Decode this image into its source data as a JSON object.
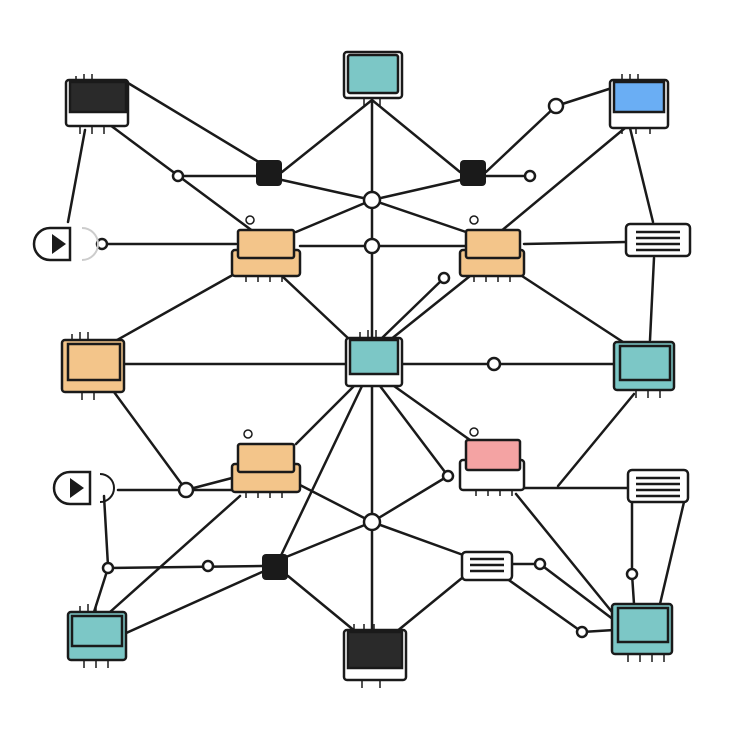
{
  "diagram": {
    "type": "network-topology",
    "stroke_color": "#1a1a1a",
    "colors": {
      "teal": "#7cc7c6",
      "orange": "#f3c58a",
      "blue": "#6aaef4",
      "pink": "#f4a3a3",
      "dark": "#2a2a2a",
      "white": "#ffffff"
    },
    "devices": [
      {
        "id": "top-center-monitor",
        "kind": "monitor",
        "color": "teal"
      },
      {
        "id": "top-left-monitor",
        "kind": "monitor",
        "color": "dark"
      },
      {
        "id": "top-right-monitor",
        "kind": "monitor",
        "color": "blue"
      },
      {
        "id": "center-left-module",
        "kind": "module",
        "color": "orange"
      },
      {
        "id": "center-right-module",
        "kind": "module",
        "color": "orange"
      },
      {
        "id": "middle-left-monitor",
        "kind": "monitor",
        "color": "orange"
      },
      {
        "id": "center-monitor",
        "kind": "monitor",
        "color": "teal"
      },
      {
        "id": "middle-right-monitor",
        "kind": "monitor",
        "color": "teal"
      },
      {
        "id": "lower-left-module",
        "kind": "module",
        "color": "orange"
      },
      {
        "id": "lower-right-module",
        "kind": "module",
        "color": "pink"
      },
      {
        "id": "bottom-left-monitor",
        "kind": "monitor",
        "color": "teal"
      },
      {
        "id": "bottom-center-monitor",
        "kind": "monitor",
        "color": "dark"
      },
      {
        "id": "bottom-right-monitor",
        "kind": "monitor",
        "color": "teal"
      },
      {
        "id": "upper-right-panel",
        "kind": "panel",
        "color": "white"
      },
      {
        "id": "lower-right-panel",
        "kind": "panel",
        "color": "white"
      },
      {
        "id": "bottom-mid-panel",
        "kind": "panel",
        "color": "white"
      },
      {
        "id": "upper-left-play-device",
        "kind": "play",
        "color": "white"
      },
      {
        "id": "lower-left-play-device",
        "kind": "play",
        "color": "white"
      },
      {
        "id": "left-switch",
        "kind": "switch",
        "color": "dark"
      },
      {
        "id": "right-switch",
        "kind": "switch",
        "color": "dark"
      },
      {
        "id": "bottom-switch",
        "kind": "switch",
        "color": "dark"
      }
    ]
  }
}
